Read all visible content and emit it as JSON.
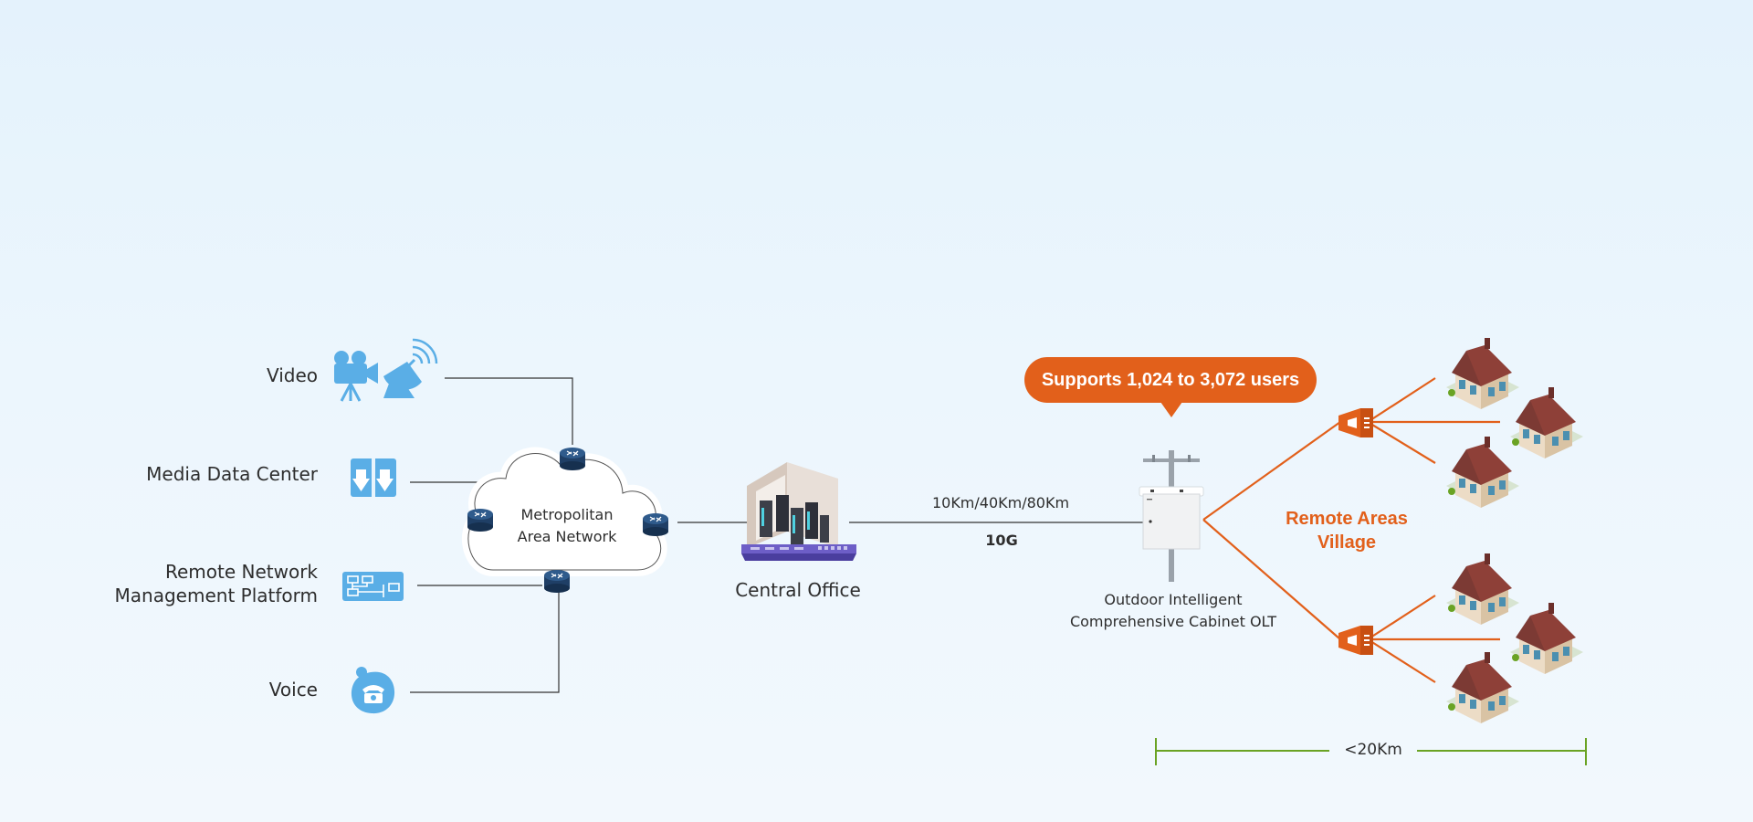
{
  "services": {
    "video": "Video",
    "media": "Media Data Center",
    "remote_line1": "Remote Network",
    "remote_line2": "Management Platform",
    "voice": "Voice"
  },
  "metro": {
    "line1": "Metropolitan",
    "line2": "Area Network"
  },
  "central_office": "Central Office",
  "link": {
    "distance": "10Km/40Km/80Km",
    "speed": "10G"
  },
  "callout": "Supports 1,024 to 3,072 users",
  "olt": {
    "line1": "Outdoor Intelligent",
    "line2": "Comprehensive Cabinet OLT"
  },
  "village": {
    "line1": "Remote Areas",
    "line2": "Village"
  },
  "range": "<20Km",
  "colors": {
    "accent": "#e2601b",
    "icon_blue": "#5aaee6",
    "router": "#1f3f66",
    "range_line": "#6aa324"
  }
}
